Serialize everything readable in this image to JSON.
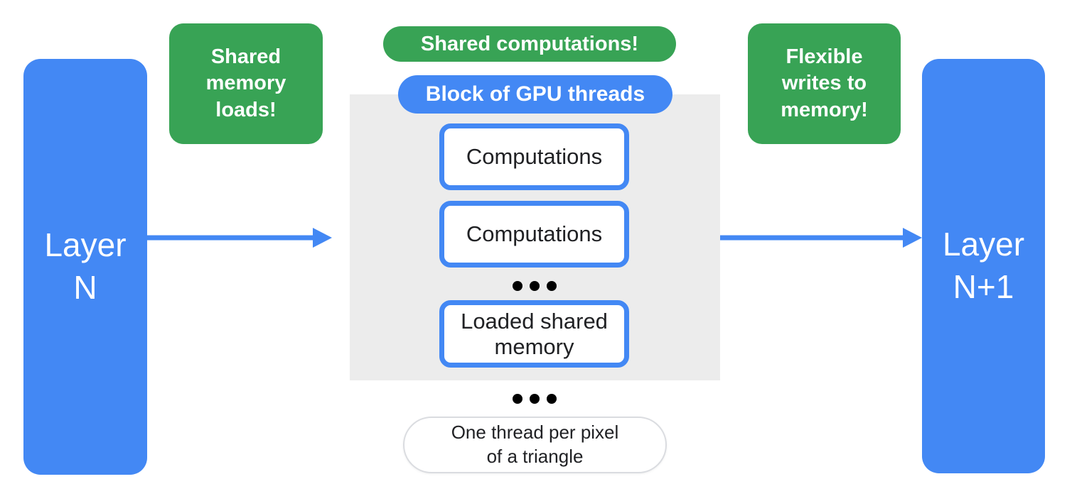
{
  "title": "GPU shared-memory layer computation diagram",
  "colors": {
    "blue": "#4388F4",
    "green": "#38A355",
    "panel_gray": "#ECECEC",
    "text_dark": "#202124",
    "note_border": "#DADCE0",
    "dot_black": "#000000"
  },
  "layers": {
    "left_label": "Layer\nN",
    "right_label": "Layer\nN+1"
  },
  "callouts": {
    "shared_memory_loads": "Shared\nmemory\nloads!",
    "shared_computations": "Shared computations!",
    "flexible_writes": "Flexible\nwrites to\nmemory!"
  },
  "gpu_block": {
    "label": "Block of GPU threads",
    "boxes": [
      "Computations",
      "Computations",
      "Loaded shared\nmemory"
    ]
  },
  "footer_note": "One thread per pixel\nof a triangle",
  "icons": {
    "ellipsis": "ellipsis-dots",
    "arrow_left": "arrow-right-icon",
    "arrow_right": "arrow-right-icon"
  }
}
